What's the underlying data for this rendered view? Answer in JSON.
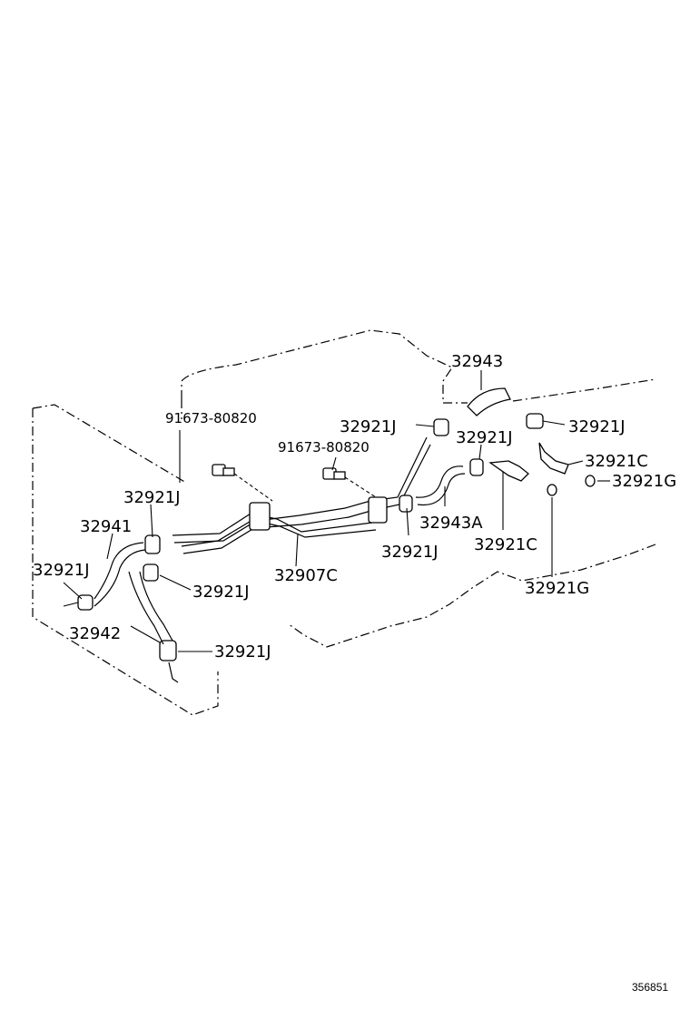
{
  "diagram": {
    "ref_number": "356851",
    "labels": {
      "p32943": "32943",
      "p32921j_top1": "32921J",
      "p32921j_top2": "32921J",
      "p32921j_top3": "32921J",
      "p32921c_right": "32921C",
      "p32921g_right": "32921G",
      "p91673_left": "91673-80820",
      "p91673_mid": "91673-80820",
      "p32921j_left": "32921J",
      "p32941": "32941",
      "p32943a": "32943A",
      "p32921j_mid": "32921J",
      "p32921c_mid": "32921C",
      "p32921j_far_left": "32921J",
      "p32907c": "32907C",
      "p32921j_lower": "32921J",
      "p32921g_mid": "32921G",
      "p32942": "32942",
      "p32921j_bottom": "32921J"
    }
  }
}
